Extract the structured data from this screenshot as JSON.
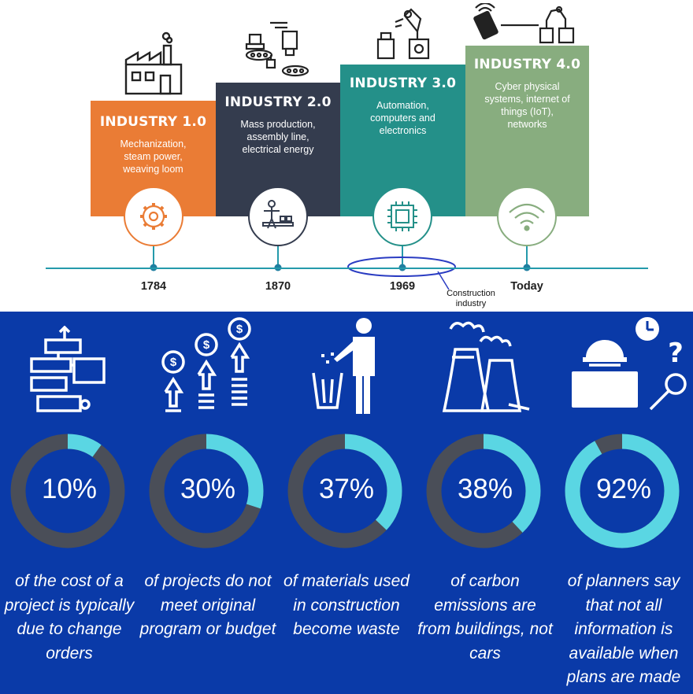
{
  "eras": [
    {
      "title": "INDUSTRY 1.0",
      "description": "Mechanization, steam power, weaving loom",
      "year": "1784",
      "icon": "gear-icon",
      "top_icon": "factory-icon",
      "color": "#ea7c35"
    },
    {
      "title": "INDUSTRY 2.0",
      "description": "Mass production, assembly line, electrical energy",
      "year": "1870",
      "icon": "assembly-worker-icon",
      "top_icon": "production-machine-icon",
      "color": "#343c4e"
    },
    {
      "title": "INDUSTRY 3.0",
      "description": "Automation, computers and electronics",
      "year": "1969",
      "icon": "microchip-icon",
      "top_icon": "robot-arm-icon",
      "color": "#249089"
    },
    {
      "title": "INDUSTRY 4.0",
      "description": "Cyber physical systems, internet of things (IoT), networks",
      "year": "Today",
      "icon": "wifi-icon",
      "top_icon": "connected-robot-icon",
      "color": "#88ad7f"
    }
  ],
  "annotation": {
    "text": "Construction industry",
    "target_year": "1969"
  },
  "stats": [
    {
      "percent": 10,
      "label": "10%",
      "caption": "of the cost of a project is typically due to change orders",
      "icon": "flowchart-icon"
    },
    {
      "percent": 30,
      "label": "30%",
      "caption": "of projects do not meet original program or budget",
      "icon": "money-growth-icon"
    },
    {
      "percent": 37,
      "label": "37%",
      "caption": "of materials used in construction become waste",
      "icon": "person-trash-icon"
    },
    {
      "percent": 38,
      "label": "38%",
      "caption": "of carbon emissions are from buildings, not cars",
      "icon": "power-plant-icon"
    },
    {
      "percent": 92,
      "label": "92%",
      "caption": "of planners say that not all information is available when plans are made",
      "icon": "planner-question-icon"
    }
  ],
  "colors": {
    "stats_background": "#0a3aa8",
    "donut_fill": "#5ad6e3",
    "donut_track": "#4a4e58",
    "timeline": "#249aab"
  }
}
